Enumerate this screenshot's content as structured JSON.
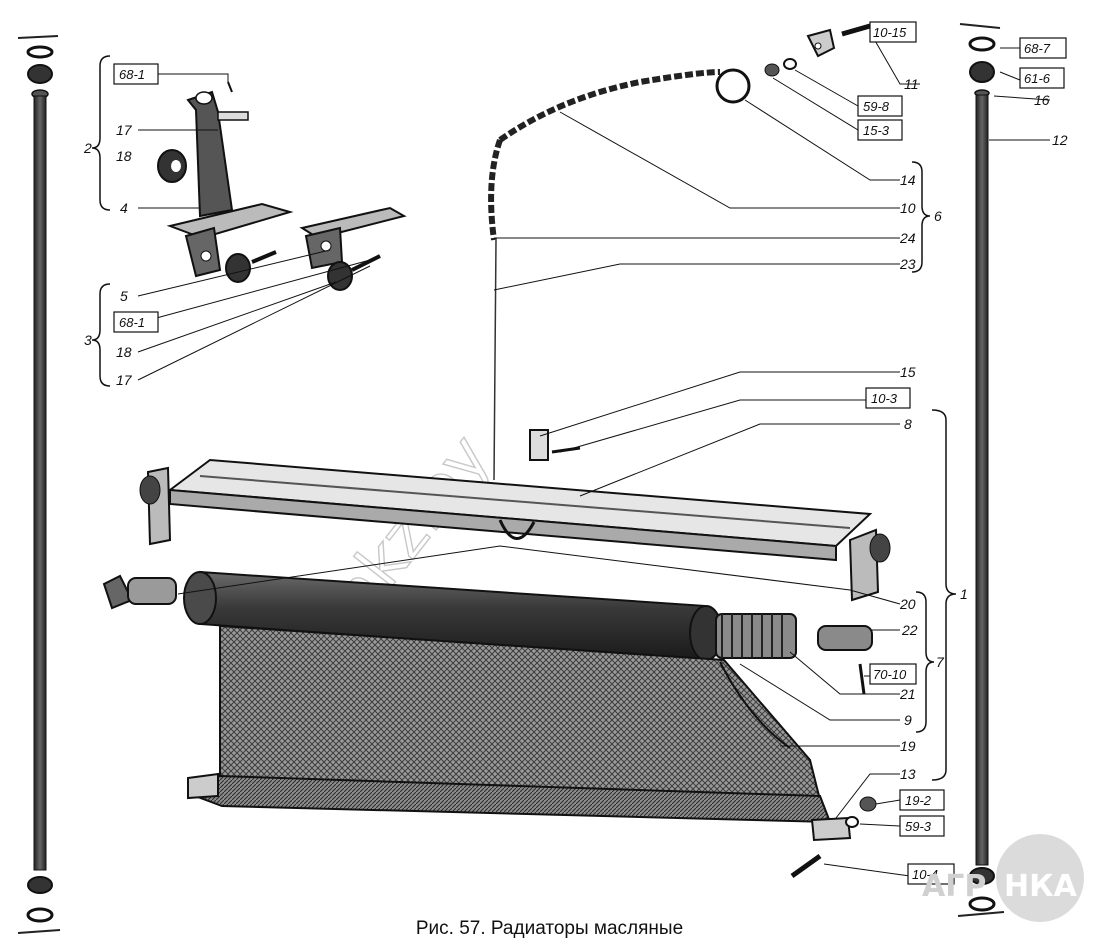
{
  "caption": "Рис. 57. Радиаторы масляные",
  "watermark": "mkz.by",
  "logo": {
    "left": "АГР",
    "right": "НКА"
  },
  "part_refs": {
    "r68_1a": "68-1",
    "r68_1b": "68-1",
    "r10_15": "10-15",
    "r59_8": "59-8",
    "r15_3": "15-3",
    "r68_7": "68-7",
    "r61_6": "61-6",
    "r10_3": "10-3",
    "r70_10": "70-10",
    "r19_2": "19-2",
    "r59_3": "59-3",
    "r10_4": "10-4"
  },
  "labels": {
    "n1": "1",
    "n2": "2",
    "n3": "3",
    "n4": "4",
    "n5": "5",
    "n6": "6",
    "n7": "7",
    "n8": "8",
    "n9": "9",
    "n10": "10",
    "n11": "11",
    "n12": "12",
    "n13": "13",
    "n14": "14",
    "n15a": "15",
    "n16": "16",
    "n17a": "17",
    "n17b": "17",
    "n18a": "18",
    "n18b": "18",
    "n19": "19",
    "n20": "20",
    "n21": "21",
    "n22": "22",
    "n23": "23",
    "n24": "24"
  }
}
